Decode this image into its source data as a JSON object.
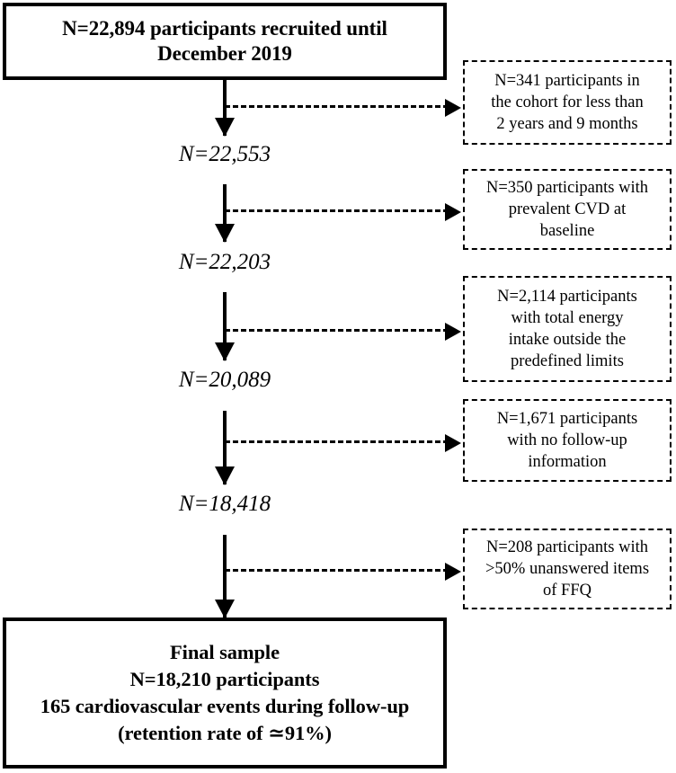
{
  "figure": {
    "type": "flowchart",
    "description": "Participant flow diagram of cohort recruitment and exclusions"
  },
  "main_boxes": [
    {
      "id": "enrolled",
      "lines": [
        "N=22,894 participants recruited until",
        "December 2019"
      ]
    },
    {
      "id": "final-sample",
      "lines": [
        "Final sample",
        "N=18,210 participants",
        "165 cardiovascular events during follow-up",
        "(retention rate of ≃91%)"
      ]
    }
  ],
  "counts": [
    {
      "id": "count-1",
      "label": "N=22,553"
    },
    {
      "id": "count-2",
      "label": "N=22,203"
    },
    {
      "id": "count-3",
      "label": "N=20,089"
    },
    {
      "id": "count-4",
      "label": "N=18,418"
    }
  ],
  "exclusions": [
    {
      "id": "excl-1",
      "lines": [
        "N=341 participants in",
        "the cohort for less than",
        "2 years and 9 months"
      ]
    },
    {
      "id": "excl-2",
      "lines": [
        "N=350 participants with",
        "prevalent CVD at",
        "baseline"
      ]
    },
    {
      "id": "excl-3",
      "lines": [
        "N=2,114 participants",
        "with total energy",
        "intake outside the",
        "predefined limits"
      ]
    },
    {
      "id": "excl-4",
      "lines": [
        "N=1,671 participants",
        "with no follow-up",
        "information"
      ]
    },
    {
      "id": "excl-5",
      "lines": [
        "N=208 participants with",
        ">50% unanswered items",
        "of FFQ"
      ]
    }
  ],
  "colors": {
    "stroke": "#000000",
    "background": "#ffffff"
  }
}
